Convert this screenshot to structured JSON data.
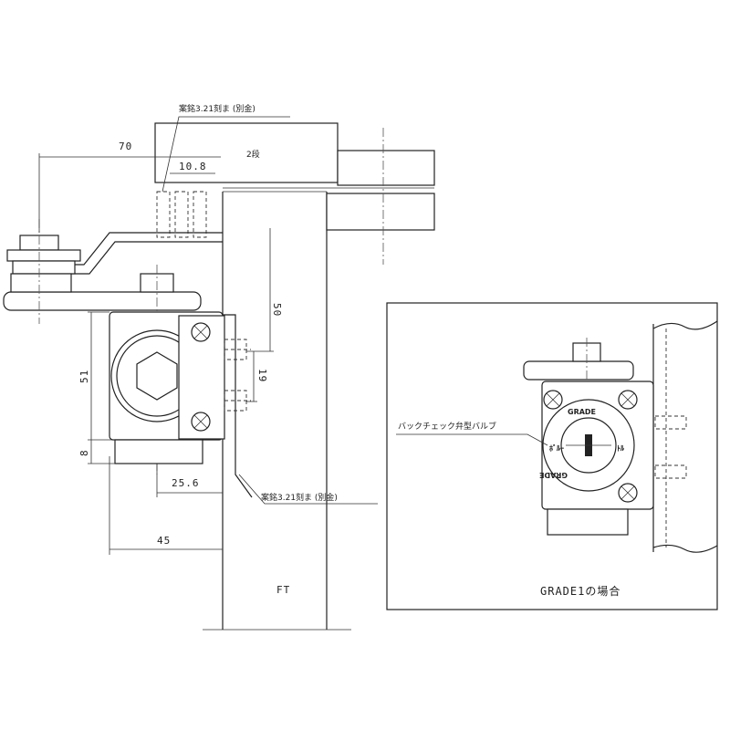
{
  "dimensions": {
    "d70": "70",
    "d10_8": "10.8",
    "d50": "50",
    "d51": "51",
    "d19": "19",
    "d8": "8",
    "d25_6": "25.6",
    "d45": "45"
  },
  "labels": {
    "top_hole_note": "案銘3.21刻ま (別金)",
    "side_hole_note": "案銘3.21刻ま (別金)",
    "slab_label": "2段",
    "floor_label": "FT",
    "valve_callout": "バックチェック弁型バルブ",
    "inset_caption": "GRADE1の場合",
    "dial_top": "GRADE",
    "dial_bottom": "GRADE",
    "dial_left": "ﾎﾞﾙｰ",
    "dial_right": "ﾄﾙ"
  }
}
